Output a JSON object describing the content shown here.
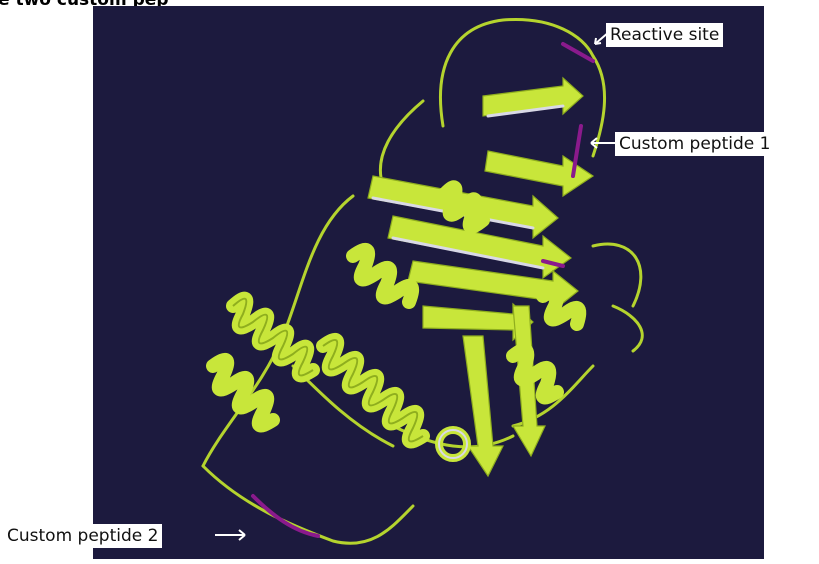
{
  "header": {
    "cut_text": "e two custom pep"
  },
  "labels": {
    "reactive_site": "Reactive site",
    "custom_peptide_1": "Custom peptide 1",
    "custom_peptide_2": "Custom peptide 2"
  },
  "colors": {
    "background": "#1c1a3e",
    "ribbon": "#c8e63a",
    "ribbon_shade": "#8fae1e",
    "highlight": "#8a1a8c",
    "sheet_edge": "#d9d9e6"
  }
}
